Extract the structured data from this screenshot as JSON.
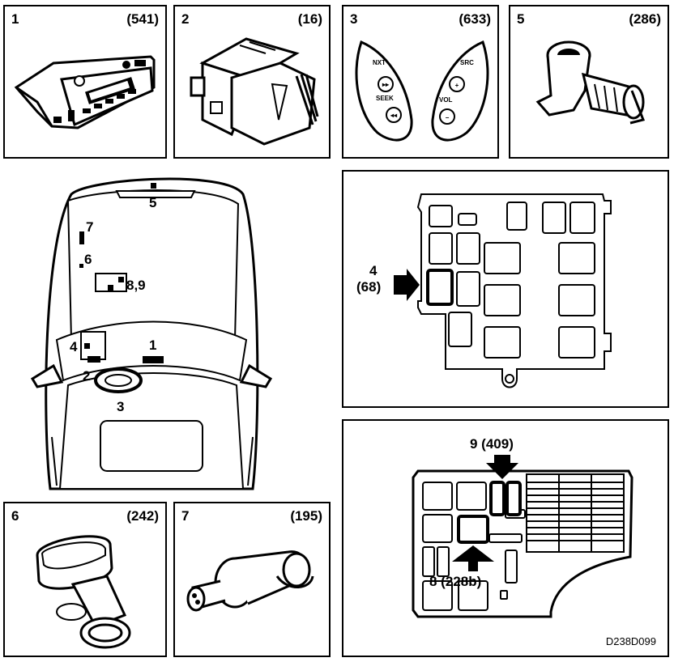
{
  "panels": {
    "p1": {
      "number": "1",
      "ref": "(541)"
    },
    "p2": {
      "number": "2",
      "ref": "(16)"
    },
    "p3": {
      "number": "3",
      "ref": "(633)"
    },
    "p5": {
      "number": "5",
      "ref": "(286)"
    },
    "p6": {
      "number": "6",
      "ref": "(242)"
    },
    "p7": {
      "number": "7",
      "ref": "(195)"
    }
  },
  "steering_buttons": {
    "nxt": "NXT",
    "seek": "SEEK",
    "src": "SRC",
    "vol": "VOL"
  },
  "vehicle_labels": {
    "l1": "1",
    "l2": "2",
    "l3": "3",
    "l4": "4",
    "l5": "5",
    "l6": "6",
    "l7": "7",
    "l89": "8,9"
  },
  "fuse_box_1": {
    "label_num": "4",
    "label_ref": "(68)"
  },
  "fuse_box_2": {
    "label_top": "9 (409)",
    "label_bottom": "8 (228b)"
  },
  "figure_code": "D238D099"
}
